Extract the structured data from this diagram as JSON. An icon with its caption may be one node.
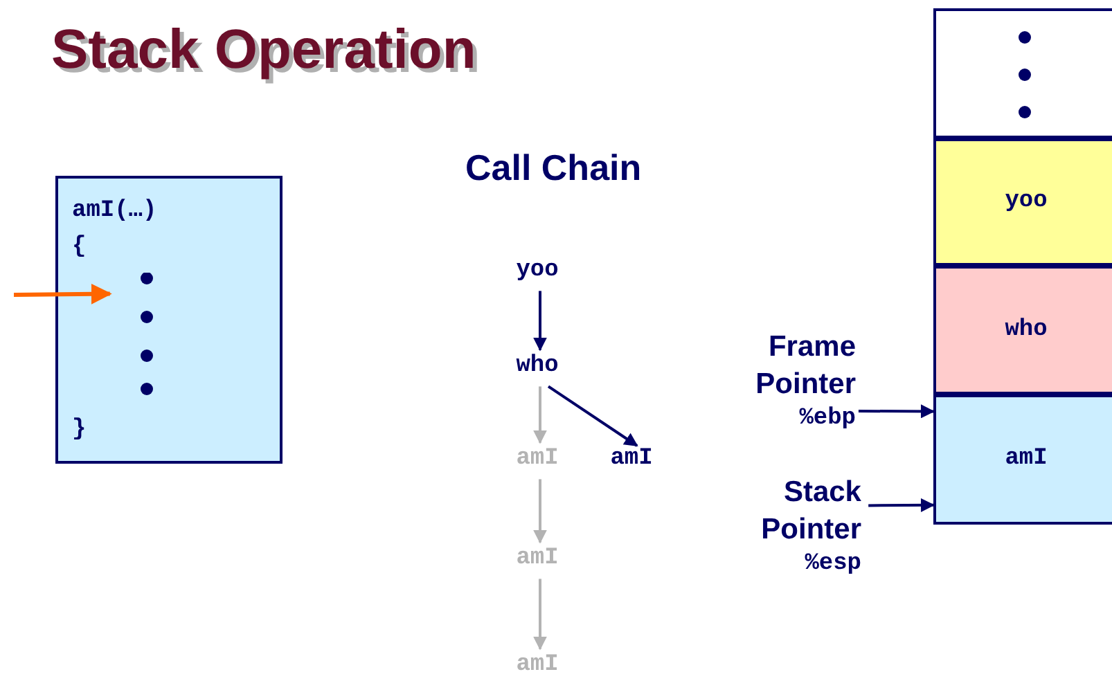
{
  "diagram": {
    "title": "Stack Operation",
    "nodes": [
      {
        "text": [
          "amI(…)",
          "{",
          "}"
        ]
      },
      {
        "text": [
          "yoo"
        ]
      },
      {
        "text": [
          "who"
        ]
      },
      {
        "text": [
          "amI"
        ]
      },
      {
        "text": [
          "amI"
        ]
      },
      {
        "text": [
          "amI"
        ]
      },
      {
        "text": [
          "amI"
        ]
      },
      {
        "text": [],
        "shape": "box"
      },
      {
        "text": [
          "yoo"
        ]
      },
      {
        "text": [
          "who"
        ]
      },
      {
        "text": [
          "amI"
        ]
      },
      {
        "text": [
          "Frame Pointer",
          "%ebp"
        ]
      },
      {
        "text": [
          "Stack Pointer",
          "%esp"
        ]
      }
    ],
    "edges": [
      {
        "from": null,
        "to": 0,
        "arrow": "to",
        "color": "#ff6600"
      },
      {
        "from": 1,
        "to": 2,
        "arrow": "to"
      },
      {
        "from": 2,
        "to": 3,
        "arrow": "to",
        "color": "#b3b3b3"
      },
      {
        "from": 2,
        "to": 4,
        "arrow": "to"
      },
      {
        "from": 3,
        "to": 5,
        "arrow": "to",
        "color": "#b3b3b3"
      },
      {
        "from": 5,
        "to": 6,
        "arrow": "to",
        "color": "#b3b3b3"
      },
      {
        "from": 11,
        "to": 10,
        "arrow": "to"
      },
      {
        "from": 12,
        "to": 10,
        "arrow": "to"
      }
    ],
    "labels": [
      "Call Chain"
    ]
  }
}
